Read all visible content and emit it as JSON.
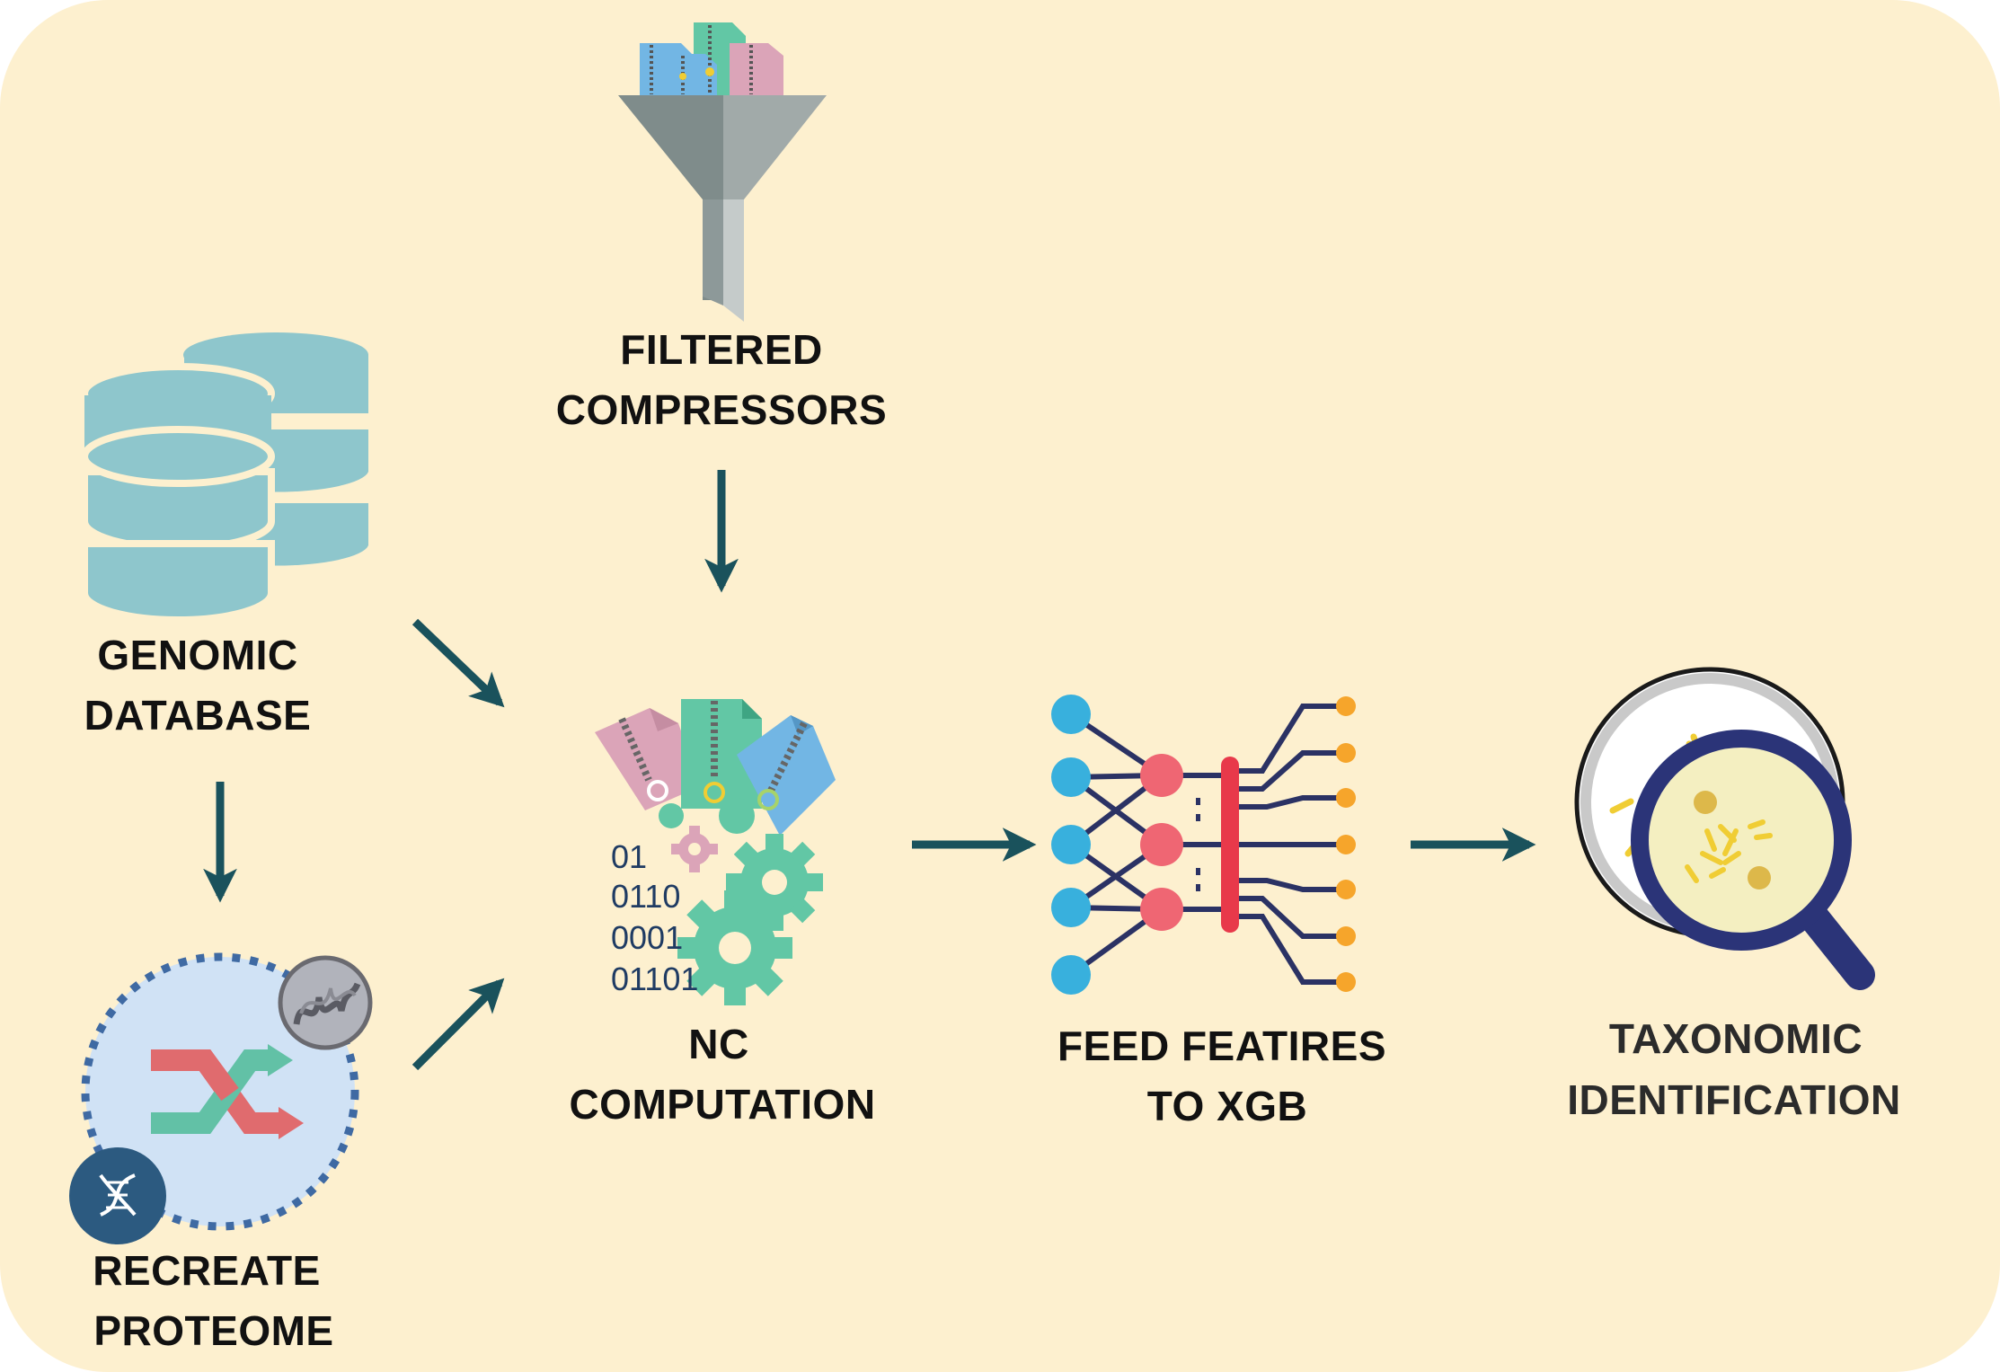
{
  "labels": {
    "genomic_database": [
      "GENOMIC",
      "DATABASE"
    ],
    "filtered_compressors": [
      "FILTERED",
      "COMPRESSORS"
    ],
    "recreate_proteome": [
      "RECREATE",
      "PROTEOME"
    ],
    "nc_computation": [
      "NC",
      "COMPUTATION"
    ],
    "feed_features": [
      "FEED FEATIRES",
      "TO XGB"
    ],
    "taxonomic_identification": [
      "TAXONOMIC",
      "IDENTIFICATION"
    ]
  },
  "binary_codes": [
    "01",
    "0110",
    "0001",
    "01101"
  ],
  "colors": {
    "background": "#fdf0cf",
    "database": "#8ec6cc",
    "arrow": "#1a525c",
    "funnel_dark": "#7f8c8b",
    "funnel_light": "#a1aaa9",
    "zip_pink": "#dba4b8",
    "zip_green": "#62c7a5",
    "zip_blue": "#72b6e4",
    "gear": "#62c7a5",
    "code_text": "#1f3b63",
    "net_input": "#38b0dd",
    "net_hidden": "#ef6673",
    "net_bar": "#e8394a",
    "net_output": "#f6a52b",
    "net_line": "#2b3264",
    "lens_ring": "#2b3478",
    "bacteria": "#f0cd34"
  }
}
